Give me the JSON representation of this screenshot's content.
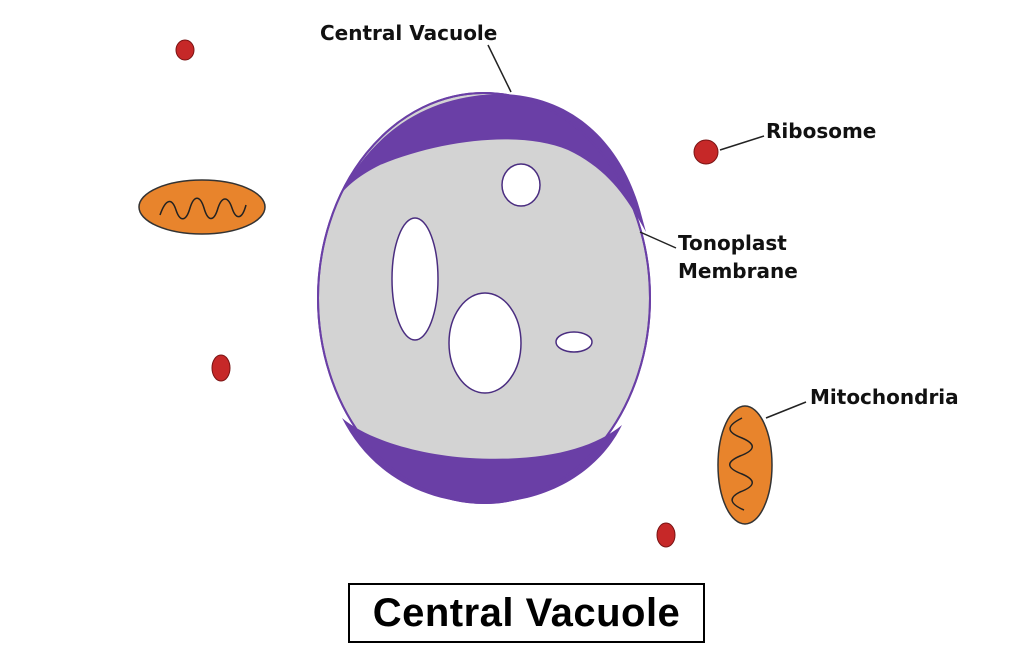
{
  "labels": {
    "central_vacuole": "Central Vacuole",
    "ribosome": "Ribosome",
    "tonoplast_line1": "Tonoplast",
    "tonoplast_line2": "Membrane",
    "mitochondria": "Mitochondria"
  },
  "caption": "Central Vacuole",
  "colors": {
    "vacuole_fill": "#d3d3d3",
    "tonoplast": "#6a3fa6",
    "ribosome": "#c62828",
    "mitochondria": "#e8842c",
    "outline": "#222222"
  }
}
